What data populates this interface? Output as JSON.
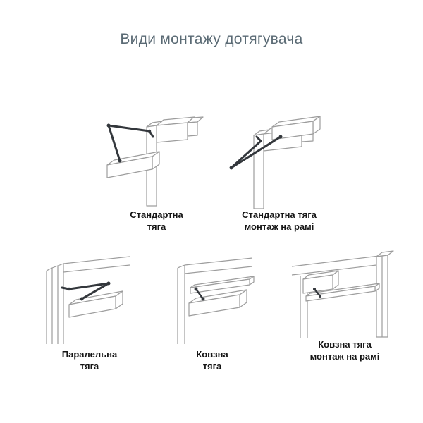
{
  "page": {
    "title": "Види монтажу дотягувача"
  },
  "figures": [
    {
      "id": "standard-arm",
      "caption_line1": "Стандартна",
      "caption_line2": "тяга"
    },
    {
      "id": "standard-arm-frame-mount",
      "caption_line1": "Стандартна тяга",
      "caption_line2": "монтаж на рамі"
    },
    {
      "id": "parallel-arm",
      "caption_line1": "Паралельна",
      "caption_line2": "тяга"
    },
    {
      "id": "slide-arm",
      "caption_line1": "Ковзна",
      "caption_line2": "тяга"
    },
    {
      "id": "slide-arm-frame-mount",
      "caption_line1": "Ковзна тяга",
      "caption_line2": "монтаж на рамі"
    }
  ],
  "colors": {
    "background": "#ffffff",
    "outline": "#9d9d9d",
    "arm": "#33373c",
    "title_text": "#5a6a74",
    "caption_text": "#151515"
  }
}
